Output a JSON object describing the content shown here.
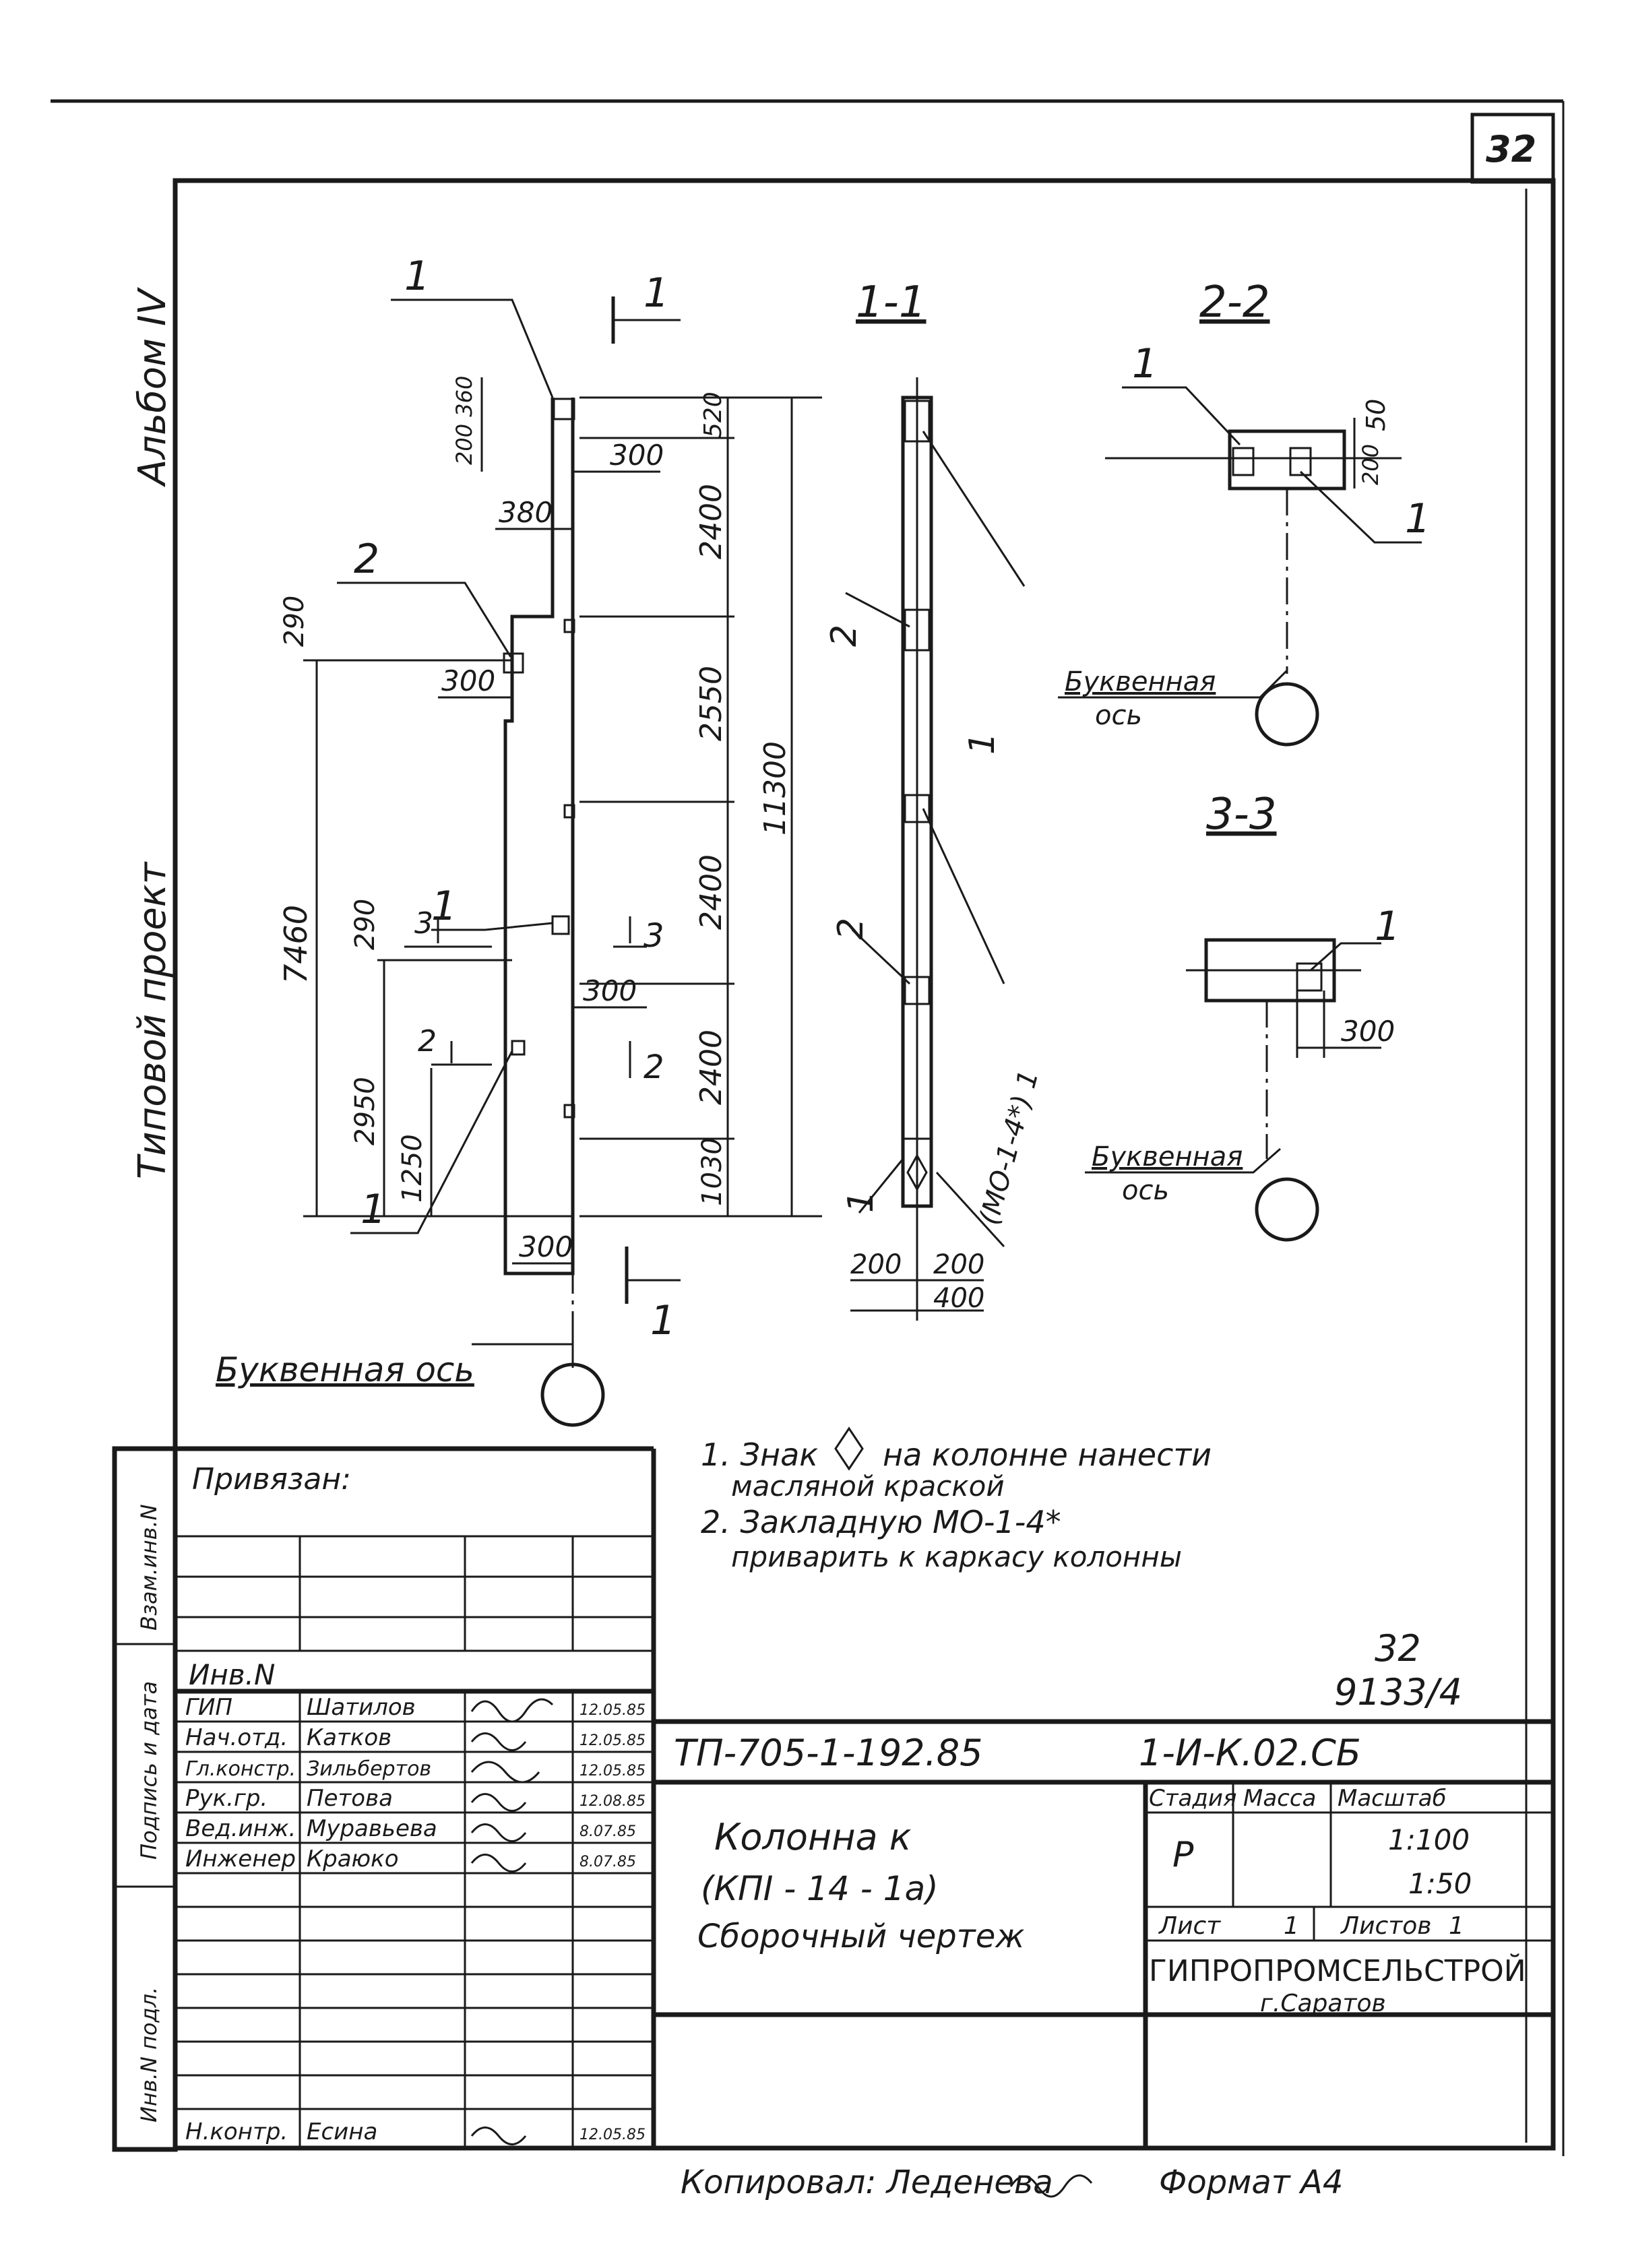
{
  "sheet": {
    "page_number": "32",
    "album_side": "Альбом IV",
    "project_side": "Типовой проект"
  },
  "views": {
    "section_mark_top": "1",
    "section_mark_bottom": "1",
    "view_1_1_title": "1-1",
    "view_2_2_title": "2-2",
    "view_3_3_title": "3-3",
    "axis_label_main": "Буквенная ось",
    "axis_label_2_2": "Буквенная",
    "axis_label_2_2b": "ось",
    "axis_label_3_3": "Буквенная",
    "axis_label_3_3b": "ось"
  },
  "elevation": {
    "leader_1_top": "1",
    "leader_2": "2",
    "leader_1_mid": "1",
    "leader_1_bot": "1",
    "cut_3": "3",
    "cut_3b": "3",
    "cut_2": "2",
    "cut_2b": "2",
    "dims": {
      "d200_360": "200 360",
      "d300_top": "300",
      "d380": "380",
      "d290_top": "290",
      "d300_mid": "300",
      "d7460": "7460",
      "d290_low": "290",
      "d2950": "2950",
      "d1250": "1250",
      "d300_low": "300",
      "d300_base": "300",
      "d520": "520",
      "d2400a": "2400",
      "d2550": "2550",
      "d2400b": "2400",
      "d2400c": "2400",
      "d1030": "1030",
      "d11300": "11300"
    }
  },
  "section_1_1": {
    "leader_2a": "2",
    "leader_1a": "1",
    "leader_2b": "2",
    "leader_1b": "1",
    "embedded_label": "(МО-1-4*) 1",
    "d200a": "200",
    "d200b": "200",
    "d400": "400"
  },
  "section_2_2": {
    "leader_1a": "1",
    "leader_1b": "1",
    "d50": "50",
    "d200": "200"
  },
  "section_3_3": {
    "leader_1": "1",
    "d300": "300"
  },
  "notes": {
    "line1": "1. Знак",
    "line1b": "на колонне нанести",
    "line1c": "масляной краской",
    "line2": "2. Закладную МО-1-4*",
    "line2b": "приварить к каркасу колонны"
  },
  "sheet_ref": {
    "num": "32",
    "code": "9133/4"
  },
  "stamp": {
    "bound_label": "Привязан:",
    "inv_label": "Инв.N",
    "doc_code": "ТП-705-1-192.85",
    "sheet_code": "1-И-К.02.СБ",
    "title_1": "Колонна к",
    "title_2": "(КПI - 14 - 1а)",
    "title_3": "Сборочный чертеж",
    "col_stage": "Стадия",
    "col_mass": "Масса",
    "col_scale": "Масштаб",
    "stage_value": "Р",
    "scale_1": "1:100",
    "scale_2": "1:50",
    "sheet_lbl": "Лист",
    "sheet_val": "1",
    "sheets_lbl": "Листов",
    "sheets_val": "1",
    "org": "ГИПРОПРОМСЕЛЬСТРОЙ",
    "city": "г.Саратов",
    "roles": [
      {
        "role": "ГИП",
        "name": "Шатилов",
        "date": "12.05.85"
      },
      {
        "role": "Нач.отд.",
        "name": "Катков",
        "date": "12.05.85"
      },
      {
        "role": "Гл.констр.",
        "name": "Зильбертов",
        "date": "12.05.85"
      },
      {
        "role": "Рук.гр.",
        "name": "Петова",
        "date": "12.08.85"
      },
      {
        "role": "Вед.инж.",
        "name": "Муравьева",
        "date": "8.07.85"
      },
      {
        "role": "Инженер",
        "name": "Краюко",
        "date": "8.07.85"
      },
      {
        "role": "Н.контр.",
        "name": "Есина",
        "date": "12.05.85"
      }
    ],
    "left_side_1": "Взам.инв.N",
    "left_side_2": "Подпись и дата",
    "left_side_3": "Инв.N подл."
  },
  "footer": {
    "copied": "Копировал: Леденева",
    "format": "Формат А4"
  }
}
